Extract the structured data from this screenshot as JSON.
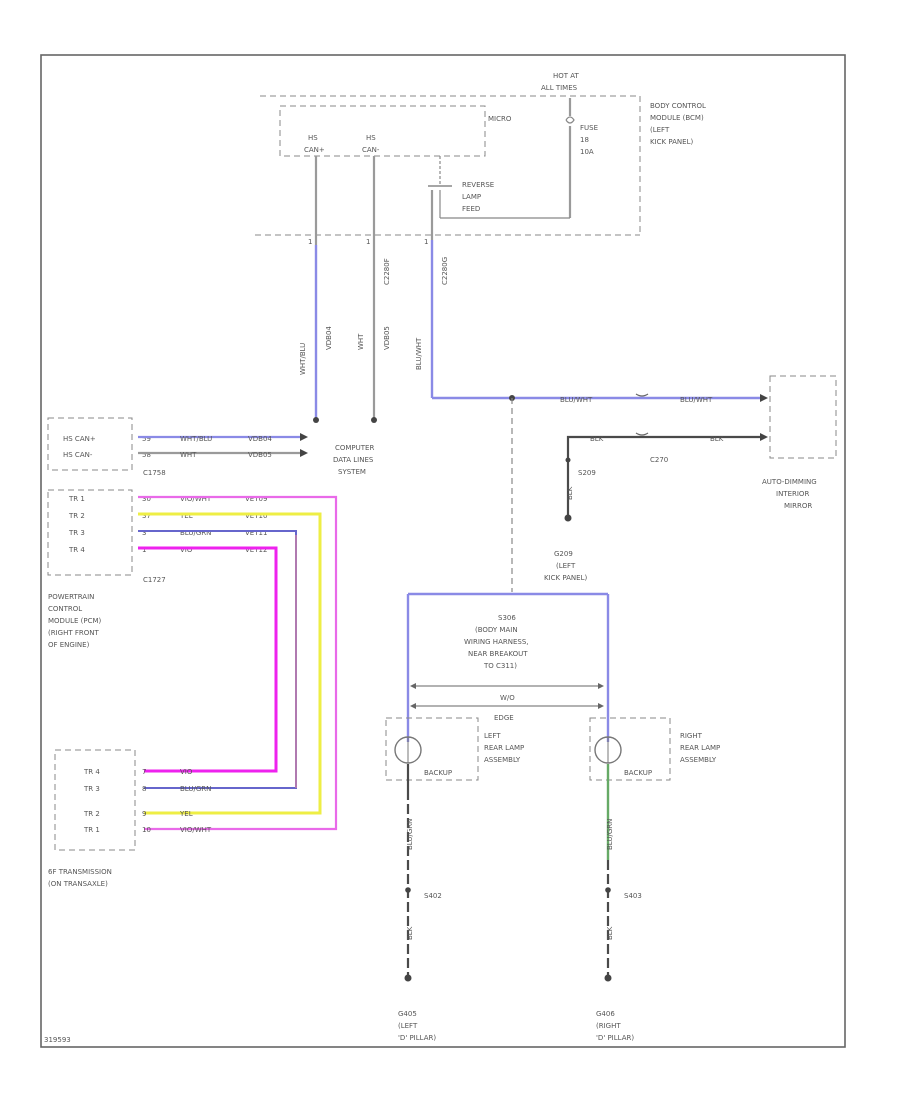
{
  "colors": {
    "blue_wire": "#8a8ae6",
    "pink_wire": "#e96ae9",
    "magenta_wire": "#ee22ee",
    "yellow_wire": "#eeee44",
    "violet_wire": "#b07ab0",
    "navy_wire": "#6666cc",
    "green_wire": "#66aa66",
    "black_wire": "#4a4a4a",
    "gray_wire": "#9a9a9a"
  },
  "labels": {
    "hot_at_all_times": [
      "HOT AT",
      "ALL TIMES"
    ],
    "bcm": [
      "BODY CONTROL",
      "MODULE (BCM)",
      "(LEFT",
      "KICK PANEL)"
    ],
    "micro": "MICRO",
    "fuse": [
      "FUSE",
      "18",
      "10A"
    ],
    "hs_can_plus": [
      "HS",
      "CAN+"
    ],
    "hs_can_minus": [
      "HS",
      "CAN-"
    ],
    "reverse_lamp_feed": [
      "REVERSE",
      "LAMP",
      "FEED"
    ],
    "pin_upper_left": "1",
    "pin_upper_mid": "1",
    "pin_upper_right": "1",
    "bcm_wire_left_color": "WHT/BLU",
    "bcm_wire_left_circuit": "VDB04",
    "bcm_wire_mid_color": "WHT",
    "bcm_wire_mid_circuit": "VDB05",
    "bcm_wire_mid_conn": "C2280F",
    "bcm_wire_right_color": "BLU/WHT",
    "bcm_wire_right_conn": "C2280G",
    "comp_data": [
      "COMPUTER",
      "DATA LINES",
      "SYSTEM"
    ],
    "pcm_hs_can_plus": "HS CAN+",
    "pcm_hs_can_minus": "HS CAN-",
    "pcm_conn_top": "C1758",
    "pcm_pin_a": "59",
    "pcm_pin_b": "58",
    "pcm_hs_plus_wire": "WHT/BLU",
    "pcm_hs_plus_circuit": "VDB04",
    "pcm_hs_minus_wire": "WHT",
    "pcm_hs_minus_circuit": "VDB05",
    "tr_rows": [
      {
        "label": "TR 1",
        "pin": "30",
        "color": "VIO/WHT",
        "circuit": "VET09"
      },
      {
        "label": "TR 2",
        "pin": "37",
        "color": "YEL",
        "circuit": "VET10"
      },
      {
        "label": "TR 3",
        "pin": "3",
        "color": "BLU/GRN",
        "circuit": "VET11"
      },
      {
        "label": "TR 4",
        "pin": "1",
        "color": "VIO",
        "circuit": "VET12"
      }
    ],
    "pcm_conn_bottom": "C1727",
    "pcm_name": [
      "POWERTRAIN",
      "CONTROL",
      "MODULE (PCM)",
      "(RIGHT FRONT",
      "OF ENGINE)"
    ],
    "trans_rows": [
      {
        "label": "TR 4",
        "pin": "7",
        "color": "VIO"
      },
      {
        "label": "TR 3",
        "pin": "8",
        "color": "BLU/GRN"
      },
      {
        "label": "TR 2",
        "pin": "9",
        "color": "YEL"
      },
      {
        "label": "TR 1",
        "pin": "10",
        "color": "VIO/WHT"
      }
    ],
    "trans_name": [
      "6F TRANSMISSION",
      "(ON TRANSAXLE)"
    ],
    "blu_wht_1": "BLU/WHT",
    "blu_wht_2": "BLU/WHT",
    "blk_1": "BLK",
    "blk_2": "BLK",
    "blk_3": "BLK",
    "c270": "C270",
    "s209": "S209",
    "g209": [
      "G209",
      "(LEFT",
      "KICK PANEL)"
    ],
    "mirror": [
      "AUTO-DIMMING",
      "INTERIOR",
      "MIRROR"
    ],
    "s306": [
      "S306",
      "(BODY MAIN",
      "WIRING HARNESS,",
      "NEAR BREAKOUT",
      "TO C311)"
    ],
    "note_bar_1": "W/O",
    "note_bar_2": "EDGE",
    "left_lamp": [
      "LEFT",
      "REAR LAMP",
      "ASSEMBLY"
    ],
    "right_lamp": [
      "RIGHT",
      "REAR LAMP",
      "ASSEMBLY"
    ],
    "backup_left": "BACKUP",
    "backup_right": "BACKUP",
    "left_wire_mid": "BLU/GRN",
    "right_wire_mid": "BLU/GRN",
    "left_wire_low": "BLK",
    "right_wire_low": "BLK",
    "s402": "S402",
    "s403": "S403",
    "g405": [
      "G405",
      "(LEFT",
      "'D' PILLAR)"
    ],
    "g406": [
      "G406",
      "(RIGHT",
      "'D' PILLAR)"
    ],
    "figure_id": "319593"
  }
}
